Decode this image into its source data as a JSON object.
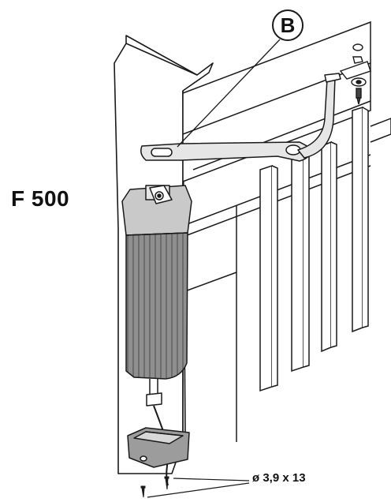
{
  "model_label": "F 500",
  "callout_label": "B",
  "screw_spec": "ø 3,9 x 13",
  "colors": {
    "line": "#1a1a1a",
    "motor_body": "#8f8f8f",
    "motor_head": "#c9c9c9",
    "metal": "#e6e6e6",
    "junction_box": "#9c9c9c"
  },
  "icons": [
    "gate-pillar",
    "gate-panel",
    "operator-arm",
    "motor-unit",
    "junction-box",
    "screw-icon",
    "washer-icon"
  ]
}
